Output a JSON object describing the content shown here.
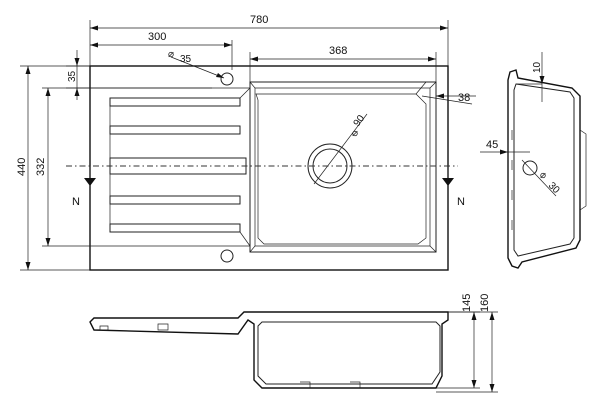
{
  "dimensions": {
    "overall_width": "780",
    "drainboard_width": "300",
    "tap_hole_diameter": "35",
    "bowl_width": "368",
    "tap_edge_offset": "35",
    "bowl_corner": "38",
    "drain_diameter": "90",
    "overall_depth": "440",
    "bowl_depth": "332",
    "rim_width": "10",
    "overflow_offset": "45",
    "overflow_diameter": "30",
    "bowl_height": "145",
    "total_height": "160"
  },
  "markers": {
    "left_section": "N",
    "right_section": "N"
  }
}
